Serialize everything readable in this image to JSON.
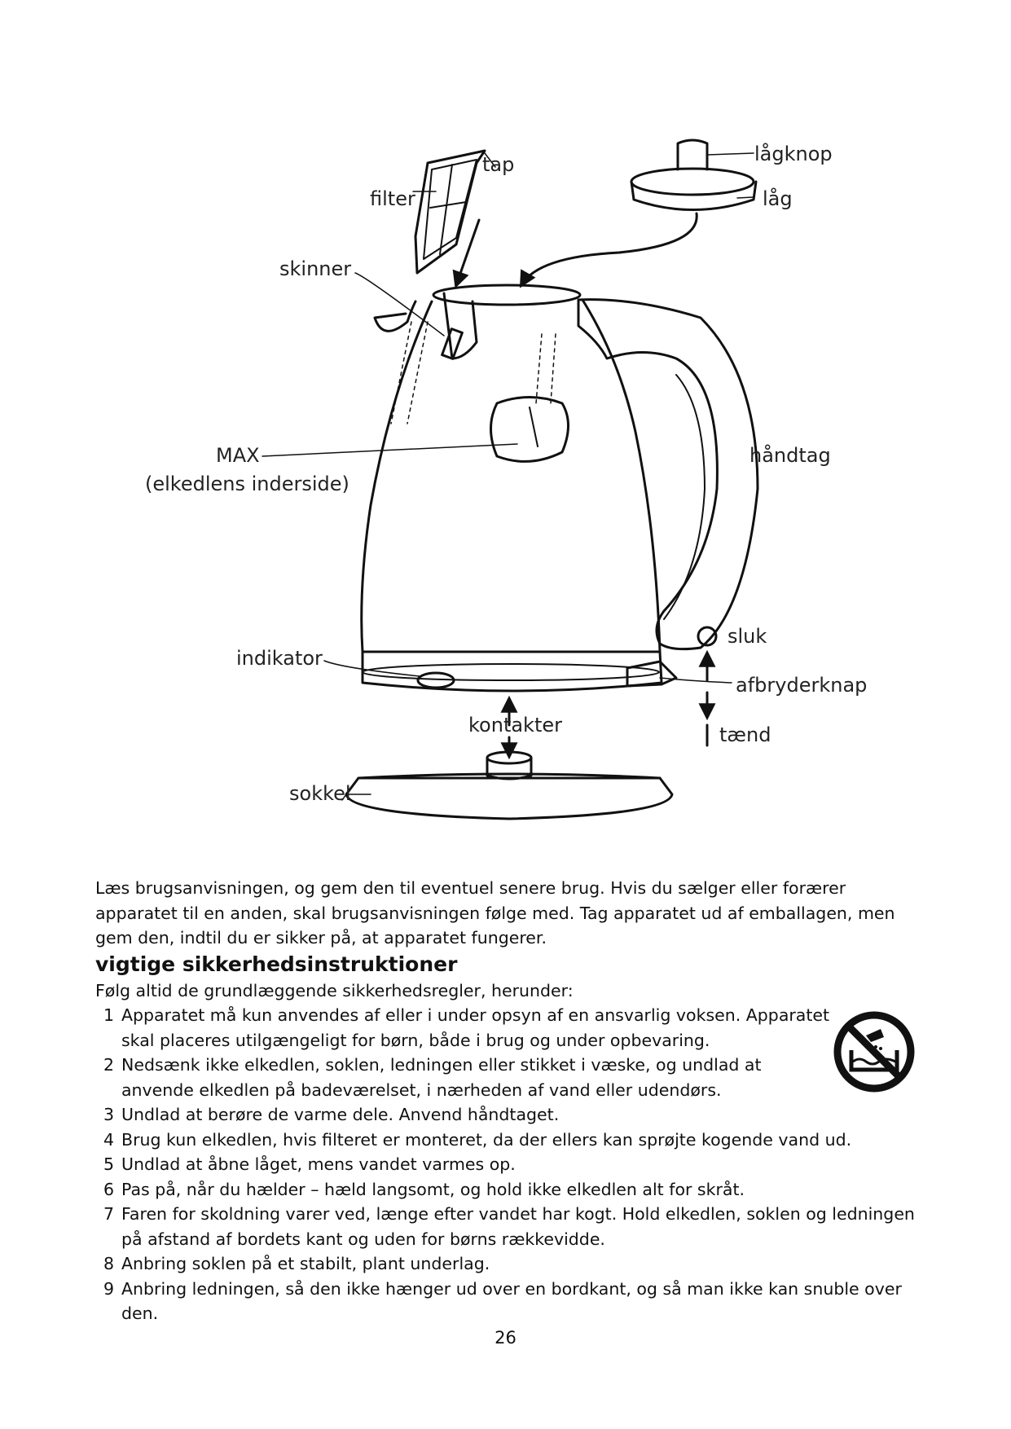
{
  "labels": {
    "tap": "tap",
    "filter": "filter",
    "skinner": "skinner",
    "lagknop": "lågknop",
    "lag": "låg",
    "max": "MAX",
    "max_sub": "(elkedlens inderside)",
    "handtag": "håndtag",
    "sluk": "sluk",
    "afbryderknap": "afbryderknap",
    "taend": "tænd",
    "indikator": "indikator",
    "kontakter": "kontakter",
    "sokkel": "sokkel"
  },
  "intro": "Læs brugsanvisningen, og gem den til eventuel senere brug. Hvis du sælger eller forærer apparatet til en anden, skal brugsanvisningen følge med. Tag apparatet ud af emballagen, men gem den, indtil du er sikker på, at apparatet fungerer.",
  "heading": "vigtige sikkerhedsinstruktioner",
  "lead": "Følg altid de grundlæggende sikkerhedsregler, herunder:",
  "rules": [
    {
      "num": "1",
      "text": "Apparatet må kun anvendes af eller i under opsyn af en ansvarlig voksen. Apparatet skal placeres utilgængeligt for børn, både i brug og under opbevaring."
    },
    {
      "num": "2",
      "text": "Nedsænk ikke elkedlen, soklen, ledningen eller stikket i væske, og undlad at anvende elkedlen på badeværelset, i nærheden af vand eller udendørs."
    },
    {
      "num": "3",
      "text": "Undlad at berøre de varme dele. Anvend håndtaget."
    },
    {
      "num": "4",
      "text": "Brug kun elkedlen, hvis filteret er monteret, da der ellers kan sprøjte kogende vand ud."
    },
    {
      "num": "5",
      "text": "Undlad at åbne låget, mens vandet varmes op."
    },
    {
      "num": "6",
      "text": "Pas på, når du hælder – hæld langsomt, og hold ikke elkedlen alt for skråt."
    },
    {
      "num": "7",
      "text": "Faren for skoldning varer ved, længe efter vandet har kogt. Hold elkedlen, soklen og ledningen på afstand af bordets kant og uden for børns rækkevidde."
    },
    {
      "num": "8",
      "text": "Anbring soklen på et stabilt, plant underlag."
    },
    {
      "num": "9",
      "text": "Anbring ledningen, så den ikke hænger ud over en bordkant, og så man ikke kan snuble over den."
    }
  ],
  "page_number": "26",
  "icons": {
    "warning": "no-immersion-in-water-icon"
  }
}
